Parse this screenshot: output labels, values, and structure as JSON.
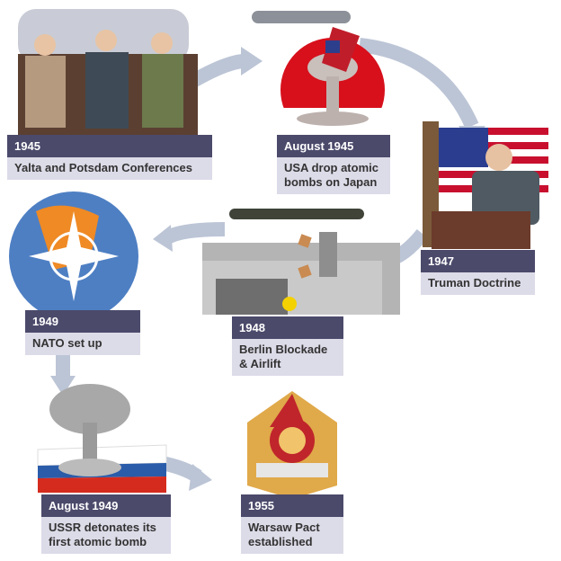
{
  "events": [
    {
      "year": "1945",
      "title": "Yalta and Potsdam Conferences"
    },
    {
      "year": "August 1945",
      "title": "USA drop atomic bombs on Japan"
    },
    {
      "year": "1947",
      "title": "Truman Doctrine"
    },
    {
      "year": "1948",
      "title": "Berlin Blockade & Airlift"
    },
    {
      "year": "1949",
      "title": "NATO set up"
    },
    {
      "year": "August 1949",
      "title": "USSR detonates its first atomic bomb"
    },
    {
      "year": "1955",
      "title": "Warsaw Pact established"
    }
  ],
  "colors": {
    "header": "#4b4a6b",
    "body": "#dcdbe8",
    "arrow": "#bcc5d6"
  }
}
